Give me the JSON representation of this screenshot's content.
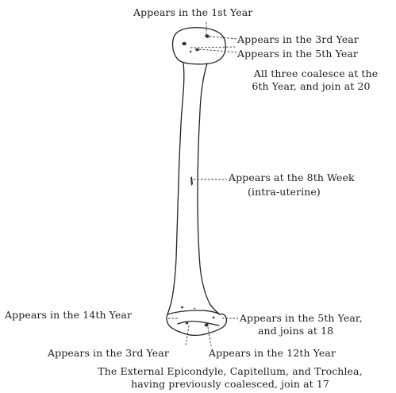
{
  "labels": {
    "head_1st": "Appears in the 1st Year",
    "head_3rd": "Appears in the 3rd Year",
    "head_5th": "Appears in the 5th Year",
    "coalesce_1": "All three coalesce at the",
    "coalesce_2": "6th Year, and join at 20",
    "shaft_1": "Appears at the 8th Week",
    "shaft_2": "(intra-uterine)",
    "medial_14th": "Appears in the 14th Year",
    "lateral_5th_1": "Appears in the 5th Year,",
    "lateral_5th_2": "and joins at 18",
    "lower_3rd": "Appears in the 3rd Year",
    "lower_12th": "Appears in the 12th Year",
    "caption_1": "The External Epicondyle, Capitellum, and Trochlea,",
    "caption_2": "having previously coalesced, join at 17"
  }
}
